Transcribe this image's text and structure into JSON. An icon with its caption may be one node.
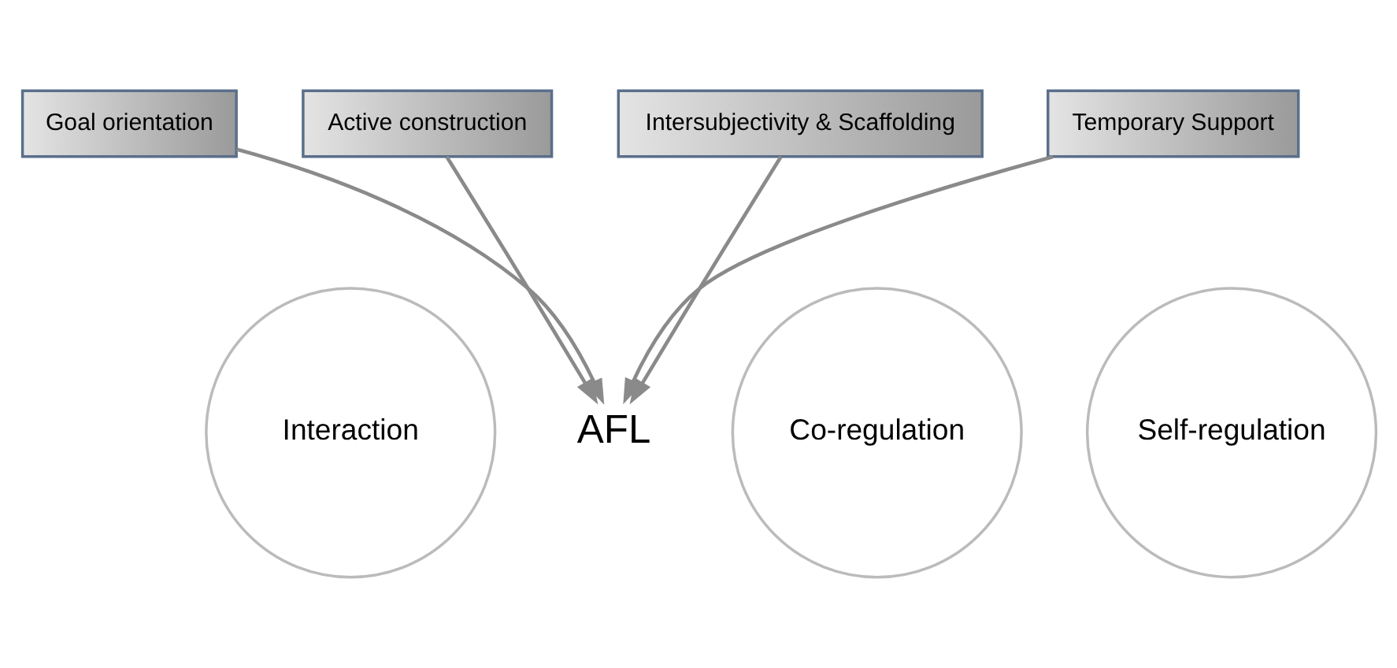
{
  "diagram": {
    "nodes": [
      {
        "text": [
          "Interaction"
        ]
      },
      {
        "text": [
          "Goal orientation"
        ]
      },
      {
        "text": [
          "Active construction"
        ]
      },
      {
        "text": [
          "AFL"
        ]
      },
      {
        "text": [
          "Intersubjectivity & Scaffolding"
        ]
      },
      {
        "text": [
          "Co-regulation"
        ]
      },
      {
        "text": [
          "Self-regulation"
        ]
      },
      {
        "text": [
          "Temporary Support"
        ]
      }
    ],
    "edges": [
      {
        "from": 1,
        "to": 3,
        "arrow": "to"
      },
      {
        "from": 2,
        "to": 3,
        "arrow": "to"
      },
      {
        "from": 4,
        "to": 3,
        "arrow": "to"
      },
      {
        "from": 7,
        "to": 3,
        "arrow": "to"
      }
    ]
  }
}
